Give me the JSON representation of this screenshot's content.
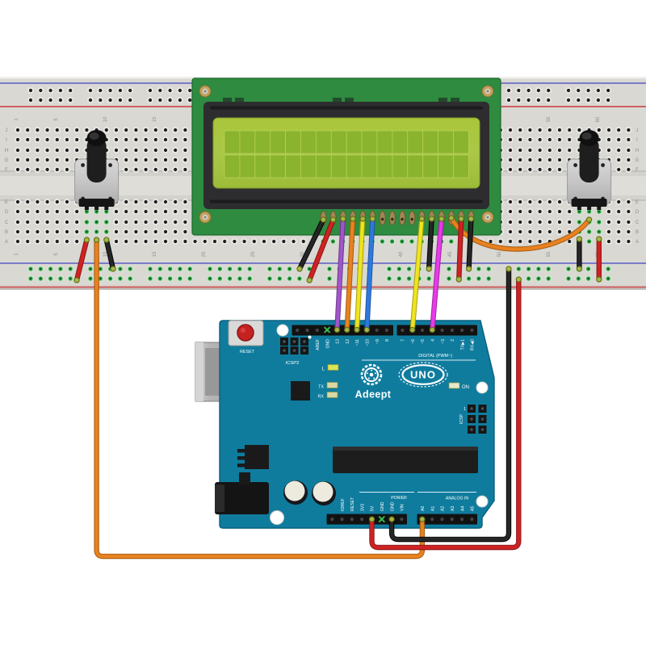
{
  "diagram": {
    "type": "breadboard wiring diagram",
    "components": [
      "breadboard",
      "16x2 LCD display",
      "potentiometer-left",
      "potentiometer-right",
      "Adeept UNO microcontroller board"
    ]
  },
  "colors": {
    "board_teal": "#0f7c9e",
    "breadboard": "#d9d8d3",
    "lcd_pcb": "#2e8b40",
    "lcd_screen": "#a4c440",
    "rail_blue": "#7b7bc8",
    "rail_red": "#cc5555"
  },
  "breadboard": {
    "row_letters_top": [
      "J",
      "I",
      "H",
      "G",
      "F"
    ],
    "row_letters_bottom": [
      "E",
      "D",
      "C",
      "B",
      "A"
    ],
    "column_numbers": [
      "1",
      "5",
      "10",
      "15",
      "20",
      "25",
      "30",
      "35",
      "40",
      "45",
      "50",
      "55",
      "60"
    ]
  },
  "lcd": {
    "columns": 16,
    "rows": 2,
    "pins": 16
  },
  "arduino": {
    "brand_label": "Adeept",
    "model_label": "UNO",
    "reset_label": "RESET",
    "icsp2_label": "ICSP2",
    "icsp_label": "ICSP",
    "icsp_pin1_label": "1",
    "digital_label": "DIGITAL (PWM~)",
    "power_label": "POWER",
    "analog_label": "ANALOG IN",
    "led_l_label": "L",
    "led_tx_label": "TX",
    "led_rx_label": "RX",
    "led_on_label": "ON",
    "top_pins_left": [
      "",
      "",
      "AREF",
      "GND",
      "13",
      "12",
      "~11",
      "~10",
      "~9",
      "8"
    ],
    "top_pins_right": [
      "7",
      "~6",
      "~5",
      "4",
      "~3",
      "2",
      "TX▶1",
      "RX◀0"
    ],
    "bottom_pins_left": [
      "",
      "IOREF",
      "RESET",
      "3V3",
      "5V",
      "GND",
      "GND",
      "VIN"
    ],
    "bottom_pins_right": [
      "A0",
      "A1",
      "A2",
      "A3",
      "A4",
      "A5"
    ]
  },
  "wire_palette": {
    "black": [
      "#262626",
      "#000000"
    ],
    "red": [
      "#cf2222",
      "#8a1212"
    ],
    "orange": [
      "#e8821e",
      "#a85a10"
    ],
    "yellow": [
      "#efe41f",
      "#a89f0e"
    ],
    "blue": [
      "#2f79dd",
      "#1d54a8"
    ],
    "purple": [
      "#a055c8",
      "#6f3590"
    ],
    "magenta": [
      "#e83ae8",
      "#a21ca2"
    ]
  },
  "wires": [
    {
      "name": "wire-lcd-pin1-to-gnd-rail",
      "color": "black",
      "points": [
        [
          400.4,
          272
        ],
        [
          371,
          333
        ]
      ]
    },
    {
      "name": "wire-lcd-pin2-to-5v-rail",
      "color": "red",
      "points": [
        [
          412.6,
          272
        ],
        [
          383.2,
          347
        ]
      ]
    },
    {
      "name": "wire-lcd-pin3-to-d13",
      "color": "purple",
      "points": [
        [
          424.8,
          271
        ],
        [
          417.4,
          408.5
        ]
      ]
    },
    {
      "name": "wire-lcd-pin4-to-d12",
      "color": "orange",
      "points": [
        [
          437,
          271
        ],
        [
          429.7,
          408.5
        ]
      ]
    },
    {
      "name": "wire-lcd-pin5-to-d11",
      "color": "yellow",
      "points": [
        [
          449.2,
          271
        ],
        [
          442,
          408.5
        ]
      ]
    },
    {
      "name": "wire-lcd-pin6-to-d10",
      "color": "blue",
      "points": [
        [
          461.4,
          271
        ],
        [
          454.3,
          408.5
        ]
      ]
    },
    {
      "name": "wire-lcd-pin11-to-d6",
      "color": "yellow",
      "points": [
        [
          522.4,
          271
        ],
        [
          510.7,
          408.5
        ]
      ]
    },
    {
      "name": "wire-lcd-pin12-to-gnd-rail",
      "color": "black",
      "points": [
        [
          534.6,
          271
        ],
        [
          531.2,
          333
        ]
      ]
    },
    {
      "name": "wire-lcd-pin13-to-d4",
      "color": "magenta",
      "points": [
        [
          546.8,
          271
        ],
        [
          535.3,
          408.5
        ]
      ]
    },
    {
      "name": "wire-lcd-pin14-to-pot-right",
      "color": "orange",
      "curve": true,
      "points": [
        [
          559,
          270
        ],
        [
          588,
          324
        ],
        [
          695,
          318
        ],
        [
          729.6,
          272
        ]
      ]
    },
    {
      "name": "wire-lcd-pin15-to-5v-rail",
      "color": "red",
      "points": [
        [
          571.2,
          271
        ],
        [
          568.3,
          346
        ]
      ]
    },
    {
      "name": "wire-lcd-pin16-to-gnd-rail",
      "color": "black",
      "points": [
        [
          583.4,
          271
        ],
        [
          580.6,
          333
        ]
      ]
    },
    {
      "name": "wire-pot-left-to-5v-rail",
      "color": "red",
      "points": [
        [
          107.4,
          297
        ],
        [
          95,
          347
        ]
      ]
    },
    {
      "name": "wire-pot-left-to-gnd-rail",
      "color": "black",
      "points": [
        [
          131.8,
          297
        ],
        [
          140,
          333
        ]
      ]
    },
    {
      "name": "wire-pot-left-wiper-to-a0",
      "color": "orange",
      "points": [
        [
          119.6,
          297
        ],
        [
          119.6,
          689
        ],
        [
          522.9,
          689
        ],
        [
          522.9,
          643
        ]
      ]
    },
    {
      "name": "wire-5v-to-bottom-rail",
      "color": "red",
      "points": [
        [
          460.5,
          643
        ],
        [
          460.5,
          678
        ],
        [
          642.3,
          678
        ],
        [
          642.3,
          346
        ]
      ]
    },
    {
      "name": "wire-gnd-to-bottom-rail",
      "color": "black",
      "points": [
        [
          485.1,
          643
        ],
        [
          485.1,
          668
        ],
        [
          630,
          668
        ],
        [
          630,
          333
        ]
      ]
    },
    {
      "name": "wire-pot-right-to-gnd-rail",
      "color": "black",
      "points": [
        [
          717.4,
          296
        ],
        [
          717.4,
          333
        ]
      ]
    },
    {
      "name": "wire-pot-right-to-5v-rail",
      "color": "red",
      "points": [
        [
          741.8,
          296
        ],
        [
          741.8,
          346
        ]
      ]
    }
  ]
}
